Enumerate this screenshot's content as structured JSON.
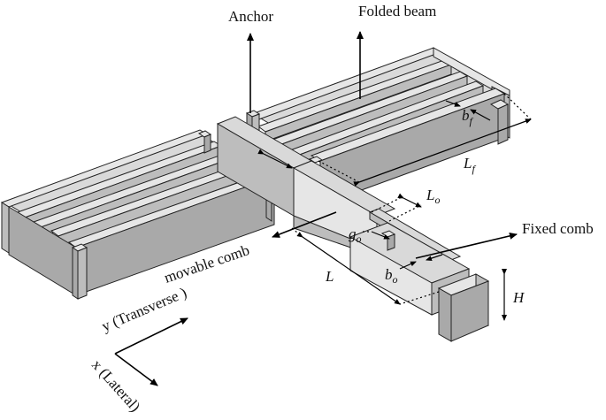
{
  "labels": {
    "anchor": "Anchor",
    "folded_beam": "Folded beam",
    "fixed_comb": "Fixed comb",
    "movable_comb": "movable comb",
    "y_axis": "y (Transverse )",
    "x_axis": "x (Lateral)",
    "L": "L",
    "H": "H",
    "Lf_main": "L",
    "Lf_sub": "f",
    "bf_main": "b",
    "bf_sub": "f",
    "Lo_main": "L",
    "Lo_sub": "o",
    "go_main": "g",
    "go_sub": "o",
    "bo_main": "b",
    "bo_sub": "o"
  },
  "colors": {
    "top_face": "#d9d9d9",
    "side_face": "#bdbdbd",
    "front_face": "#a9a9a9",
    "outline": "#222222"
  }
}
